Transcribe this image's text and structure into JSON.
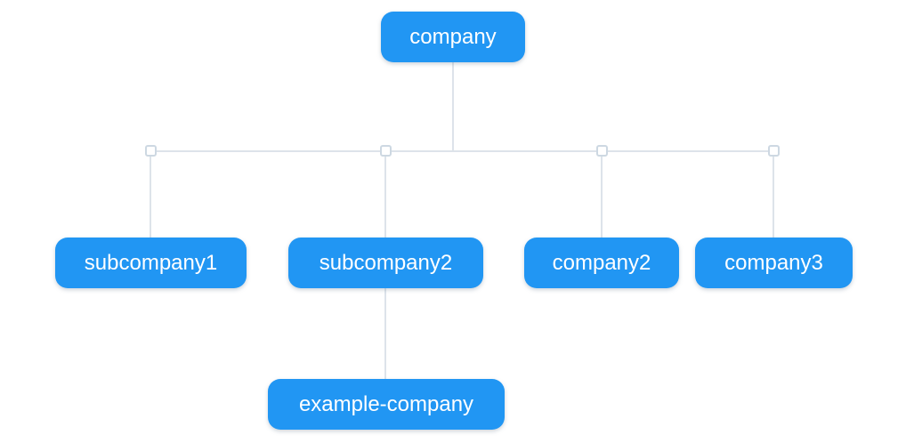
{
  "tree": {
    "label": "company",
    "children": [
      {
        "label": "subcompany1",
        "children": []
      },
      {
        "label": "subcompany2",
        "children": [
          {
            "label": "example-company",
            "children": []
          }
        ]
      },
      {
        "label": "company2",
        "children": []
      },
      {
        "label": "company3",
        "children": []
      }
    ]
  },
  "colors": {
    "node_fill": "#2196f3",
    "node_text": "#ffffff",
    "connector_line": "#dde3ea",
    "handle_fill": "#ffffff",
    "handle_border": "#cdd8e2",
    "background": "#ffffff"
  }
}
